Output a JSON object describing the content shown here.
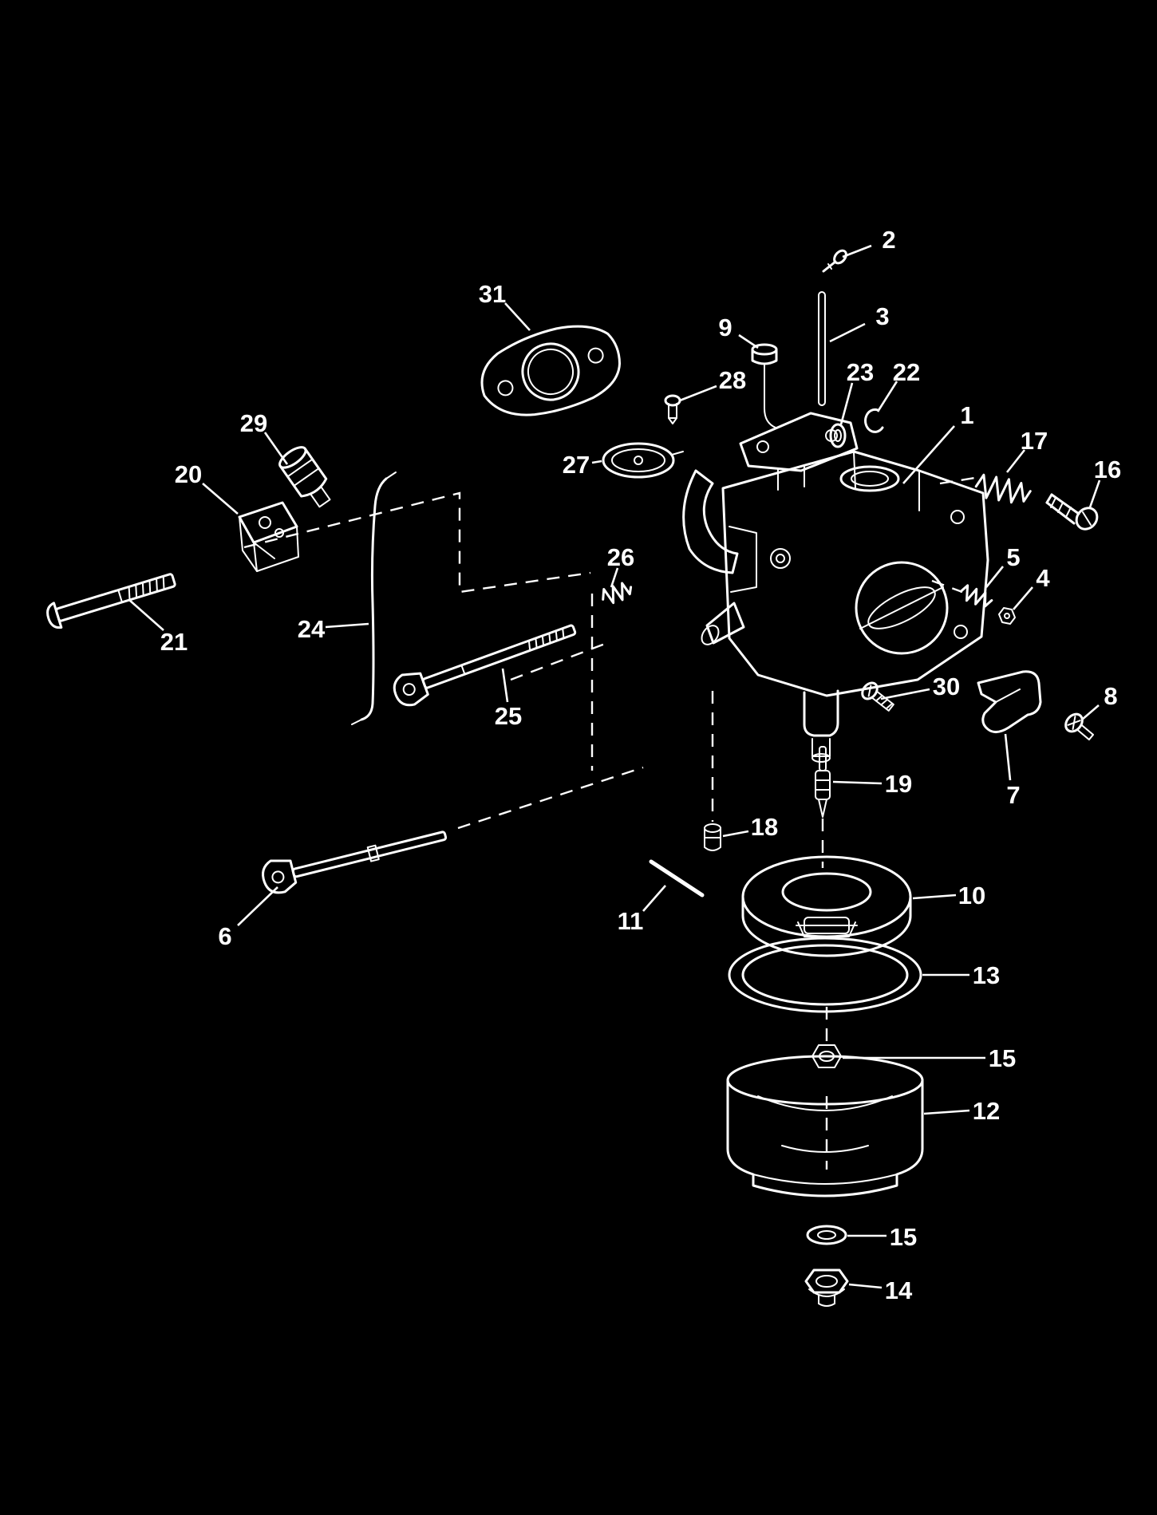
{
  "figure": {
    "kind": "exploded-parts-diagram",
    "subject": "carburetor assembly exploded view",
    "background_color": "#000000",
    "line_color": "#ffffff"
  },
  "callouts": [
    {
      "id": "1",
      "label": "1"
    },
    {
      "id": "2",
      "label": "2"
    },
    {
      "id": "3",
      "label": "3"
    },
    {
      "id": "4",
      "label": "4"
    },
    {
      "id": "5",
      "label": "5"
    },
    {
      "id": "6",
      "label": "6"
    },
    {
      "id": "7",
      "label": "7"
    },
    {
      "id": "8",
      "label": "8"
    },
    {
      "id": "9",
      "label": "9"
    },
    {
      "id": "10",
      "label": "10"
    },
    {
      "id": "11",
      "label": "11"
    },
    {
      "id": "12",
      "label": "12"
    },
    {
      "id": "13",
      "label": "13"
    },
    {
      "id": "14",
      "label": "14"
    },
    {
      "id": "15a",
      "label": "15"
    },
    {
      "id": "15b",
      "label": "15"
    },
    {
      "id": "16",
      "label": "16"
    },
    {
      "id": "17",
      "label": "17"
    },
    {
      "id": "18",
      "label": "18"
    },
    {
      "id": "19",
      "label": "19"
    },
    {
      "id": "20",
      "label": "20"
    },
    {
      "id": "21",
      "label": "21"
    },
    {
      "id": "22",
      "label": "22"
    },
    {
      "id": "23",
      "label": "23"
    },
    {
      "id": "24",
      "label": "24"
    },
    {
      "id": "25",
      "label": "25"
    },
    {
      "id": "26",
      "label": "26"
    },
    {
      "id": "27",
      "label": "27"
    },
    {
      "id": "28",
      "label": "28"
    },
    {
      "id": "29",
      "label": "29"
    },
    {
      "id": "30",
      "label": "30"
    },
    {
      "id": "31",
      "label": "31"
    }
  ]
}
